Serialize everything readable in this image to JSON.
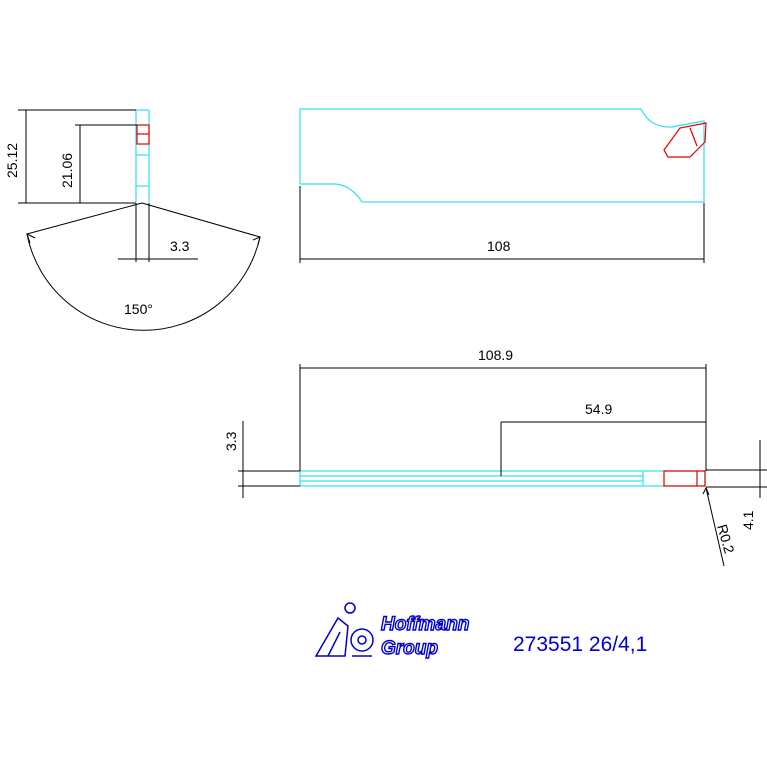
{
  "colors": {
    "part_outline": "#33e0f0",
    "insert": "#e00000",
    "dimension": "#000000",
    "brand": "#0000cc"
  },
  "dimensions": {
    "height_overall": "25.12",
    "height_cut": "21.06",
    "width_side": "3.3",
    "angle": "150°",
    "length_top": "108",
    "length_overall": "108.9",
    "length_partial": "54.9",
    "thickness_left": "3.3",
    "thickness_right": "4.1",
    "radius": "R0.2"
  },
  "footer": {
    "logo_line1": "Hoffmann",
    "logo_line2": "Group",
    "code": "273551 26/4,1"
  }
}
